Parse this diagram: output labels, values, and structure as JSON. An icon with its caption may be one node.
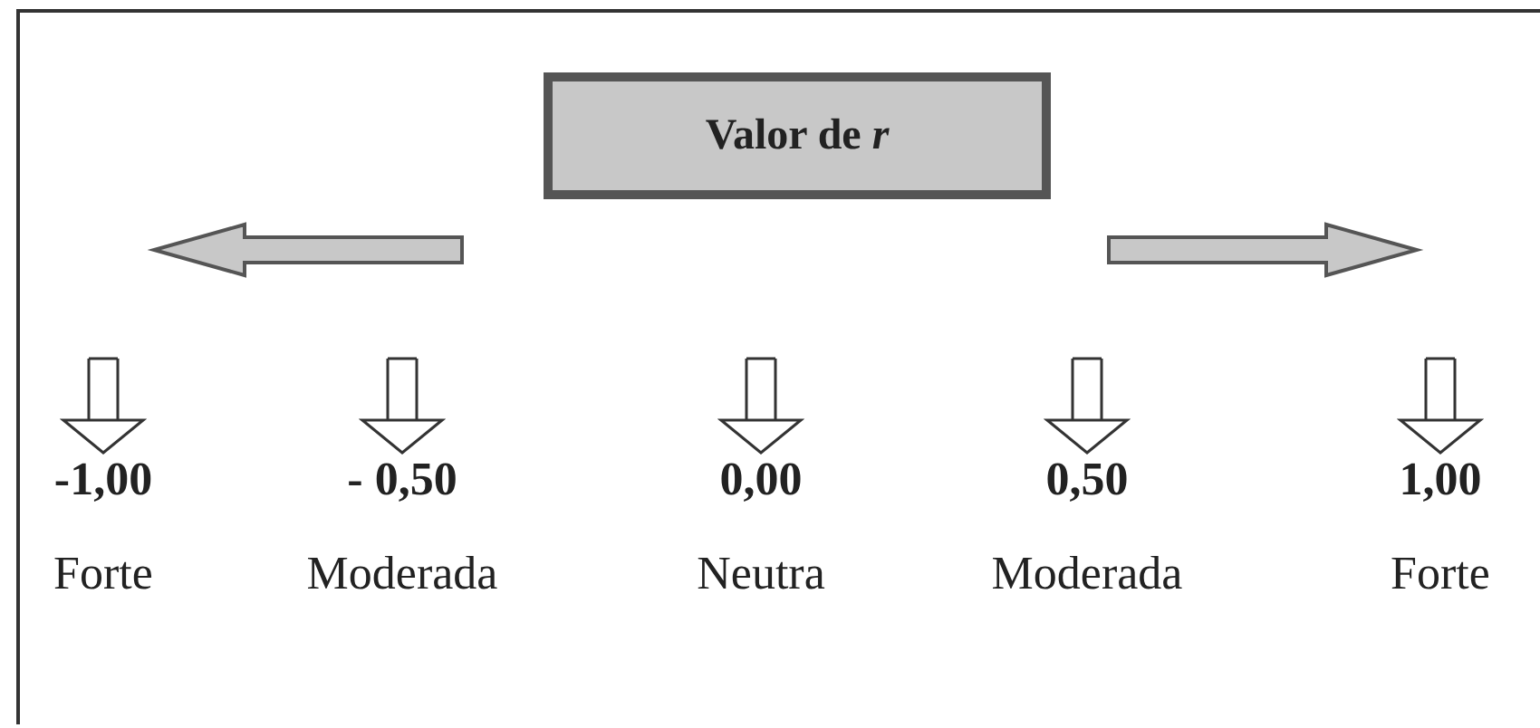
{
  "diagram": {
    "nodes": [
      {
        "text": [
          "Valor de *r*"
        ]
      },
      {
        "text": [
          "-1,00",
          "Forte"
        ]
      },
      {
        "text": [
          "- 0,50",
          "Moderada"
        ]
      },
      {
        "text": [
          "0,00",
          "Neutra"
        ]
      },
      {
        "text": [
          "0,50",
          "Moderada"
        ]
      },
      {
        "text": [
          "1,00",
          "Forte"
        ]
      }
    ],
    "edges": [
      {
        "from": null,
        "to": 1,
        "arrow": "to"
      },
      {
        "from": null,
        "to": 2,
        "arrow": "to"
      },
      {
        "from": null,
        "to": 3,
        "arrow": "to"
      },
      {
        "from": null,
        "to": 4,
        "arrow": "to"
      },
      {
        "from": null,
        "to": 5,
        "arrow": "to"
      }
    ]
  }
}
